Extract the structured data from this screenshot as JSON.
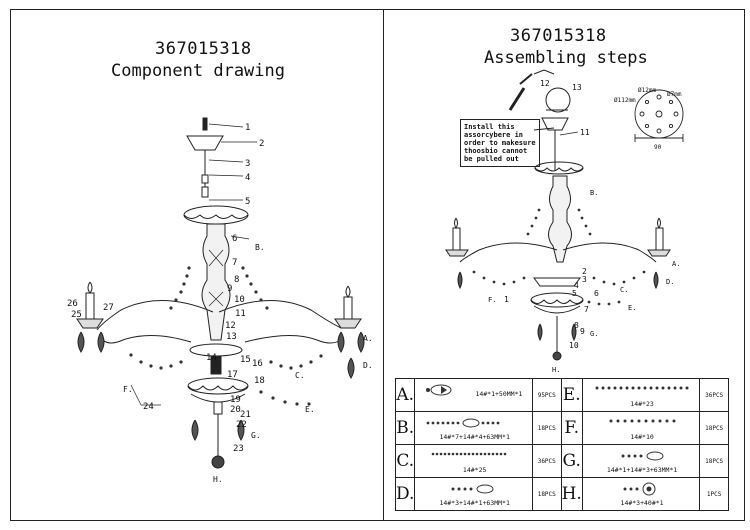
{
  "left": {
    "code": "367015318",
    "title": "Component drawing",
    "part_numbers": [
      "1",
      "2",
      "3",
      "4",
      "5",
      "6",
      "7",
      "8",
      "9",
      "10",
      "11",
      "12",
      "13",
      "14",
      "15",
      "16",
      "17",
      "18",
      "19",
      "20",
      "21",
      "22",
      "23",
      "24",
      "25",
      "26",
      "27"
    ],
    "letter_labels": [
      "A.",
      "B.",
      "C.",
      "D.",
      "E.",
      "F.",
      "G.",
      "H."
    ]
  },
  "right": {
    "code": "367015318",
    "title": "Assembling steps",
    "note": "Install this assorcybere in order to makesure thoosbio cannot be pulled out",
    "callouts": [
      "12",
      "13",
      "11",
      "1",
      "2",
      "3",
      "4",
      "5",
      "6",
      "7",
      "8",
      "9",
      "10"
    ],
    "letter_labels": [
      "A.",
      "B.",
      "C.",
      "D.",
      "E.",
      "F.",
      "G.",
      "H."
    ],
    "dims": {
      "d1": "Ø12mm",
      "d2": "Ø7mm",
      "d3": "Ø112mm",
      "width": "90"
    }
  },
  "parts": [
    {
      "left": {
        "letter": "A.",
        "desc": "14#*1+50MM*1",
        "qty": "95PCS"
      },
      "right": {
        "letter": "E.",
        "desc": "14#*23",
        "qty": "36PCS"
      }
    },
    {
      "left": {
        "letter": "B.",
        "desc": "14#*7+14#*4+63MM*1",
        "qty": "18PCS"
      },
      "right": {
        "letter": "F.",
        "desc": "14#*10",
        "qty": "18PCS"
      }
    },
    {
      "left": {
        "letter": "C.",
        "desc": "14#*25",
        "qty": "36PCS"
      },
      "right": {
        "letter": "G.",
        "desc": "14#*1+14#*3+63MM*1",
        "qty": "18PCS"
      }
    },
    {
      "left": {
        "letter": "D.",
        "desc": "14#*3+14#*1+63MM*1",
        "qty": "18PCS"
      },
      "right": {
        "letter": "H.",
        "desc": "14#*3+40#*1",
        "qty": "1PCS"
      }
    }
  ]
}
